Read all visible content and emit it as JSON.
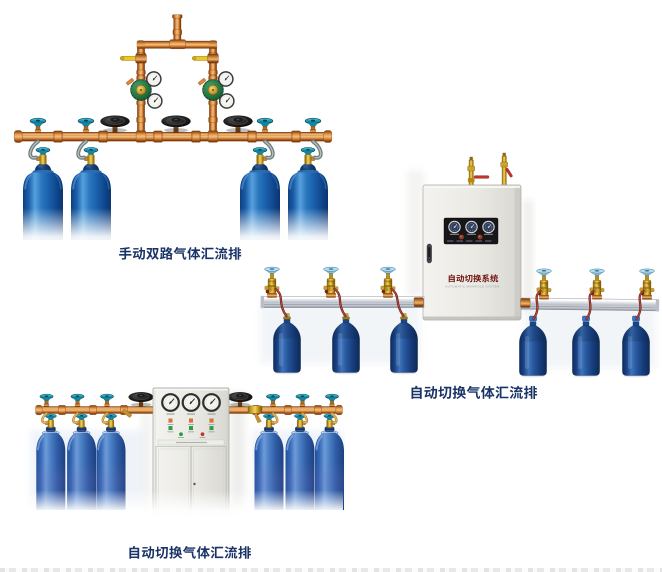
{
  "collage": {
    "background_color": "#ffffff",
    "caption_color": "#1b3468",
    "bottom_strip_note": "cropped gray text row"
  },
  "figures": [
    {
      "name": "manual-dual-line-gas-manifold",
      "caption": "手动双路气体汇流排",
      "cylinders": 4,
      "regulators": 2,
      "handwheel_valves": 3
    },
    {
      "name": "auto-switching-gas-manifold",
      "caption": "自动切换气体汇流排",
      "cabinet_label": "自动切换系统",
      "cabinet_sublabel": "AUTOMATIC MANIFOLD SYSTEM",
      "cylinders": 6,
      "panel_gauges": 3
    },
    {
      "name": "auto-switching-gas-manifold-floor-cabinet",
      "caption": "自动切换气体汇流排",
      "cylinders": 6,
      "panel_gauges": 3
    }
  ],
  "palette": {
    "cylinder_blue": "#1a5ea8",
    "copper_pipe": "#c97f35",
    "brass_valve": "#caa42c",
    "teal_handwheel": "#2fa0b8",
    "cabinet_body": "#e9e8e3",
    "hose_red": "#7a231c",
    "regulator_green": "#237542"
  }
}
